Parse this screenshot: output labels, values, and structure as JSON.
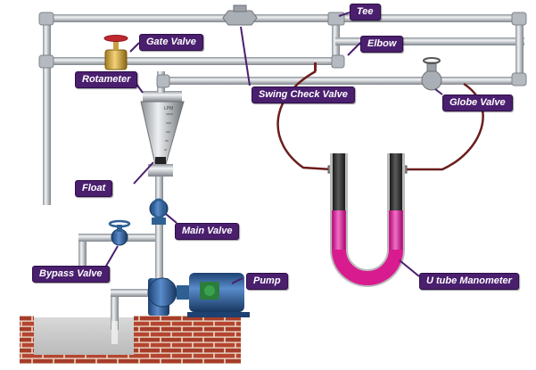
{
  "labels": {
    "tee": "Tee",
    "gate_valve": "Gate Valve",
    "elbow": "Elbow",
    "rotameter": "Rotameter",
    "swing_check_valve": "Swing Check Valve",
    "globe_valve": "Globe Valve",
    "rotameter_scale": "LPM",
    "float": "Float",
    "main_valve": "Main Valve",
    "bypass_valve": "Bypass Valve",
    "pump": "Pump",
    "u_tube_manometer": "U tube Manometer"
  },
  "colors": {
    "label_bg": "#4a1f6e",
    "pipe": "#c9ced3",
    "valve_blue": "#2f5f93",
    "brick": "#b5452f",
    "water": "#c8c8c8",
    "manometer_fluid": "#e0209a",
    "tubing": "#6b1d1d"
  }
}
